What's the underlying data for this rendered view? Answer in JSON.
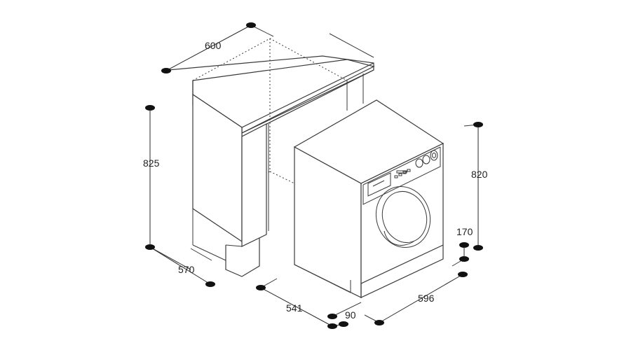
{
  "dimensions": {
    "cabinet_width": "600",
    "cabinet_height": "825",
    "cabinet_depth": "570",
    "machine_depth": "541",
    "door_offset": "90",
    "machine_width": "596",
    "machine_height": "820",
    "plinth_height": "170"
  },
  "colors": {
    "line": "#3a3a3a",
    "marker": "#111111",
    "background": "#ffffff"
  }
}
